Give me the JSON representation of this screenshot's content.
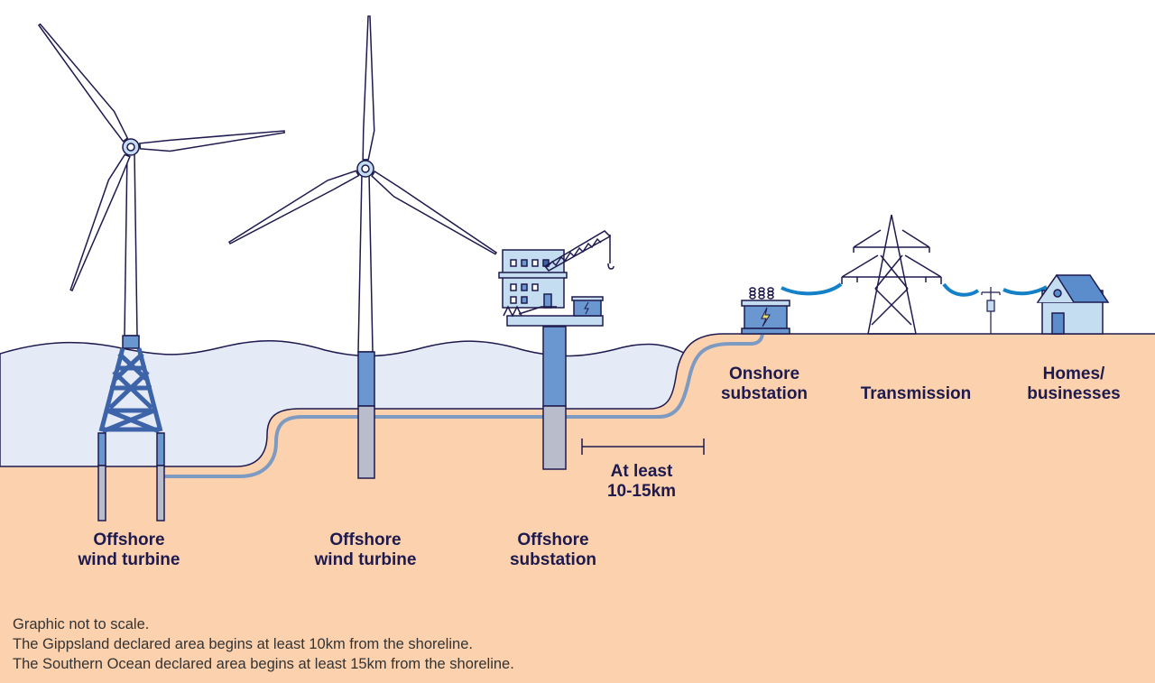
{
  "colors": {
    "sand": "#FBD1AE",
    "sea": "#E4EAF6",
    "navy": "#1E1A4E",
    "blue": "#6A97CF",
    "light_blue": "#C5DDF0",
    "cable": "#7C9AC2",
    "wire": "#1480C8"
  },
  "labels": {
    "turbine1": [
      "Offshore",
      "wind turbine"
    ],
    "turbine2": [
      "Offshore",
      "wind turbine"
    ],
    "offshore_substation": [
      "Offshore",
      "substation"
    ],
    "distance": [
      "At least",
      "10-15km"
    ],
    "onshore_substation": [
      "Onshore",
      "substation"
    ],
    "transmission": "Transmission",
    "homes": [
      "Homes/",
      "businesses"
    ]
  },
  "footnotes": [
    "Graphic not to scale.",
    "The Gippsland declared area begins at least 10km from the shoreline.",
    "The Southern Ocean declared area begins at least 15km from the shoreline."
  ]
}
